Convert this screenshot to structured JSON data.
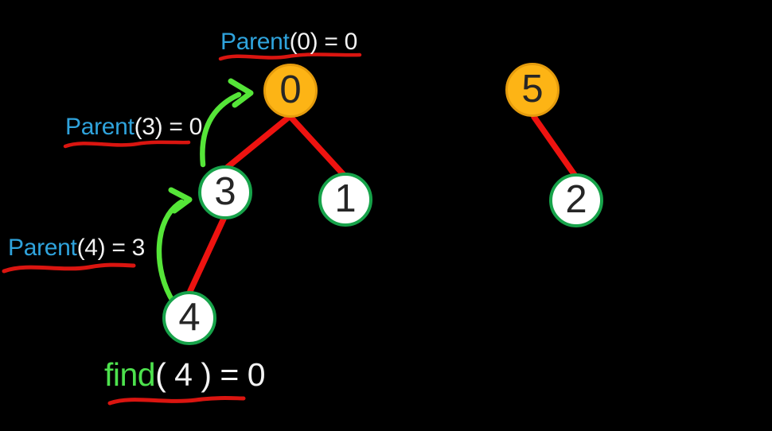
{
  "diagram": {
    "description": "Union-Find (disjoint set) parent-pointer trees",
    "annotations": {
      "parent0": {
        "keyword": "Parent",
        "args": "(0) = 0"
      },
      "parent3": {
        "keyword": "Parent",
        "args": "(3) = 0"
      },
      "parent4": {
        "keyword": "Parent",
        "args": "(4) = 3"
      },
      "find4": {
        "keyword": "find",
        "args": "( 4 ) = 0"
      }
    },
    "nodes": {
      "n0": {
        "label": "0",
        "type": "root"
      },
      "n3": {
        "label": "3",
        "type": "child"
      },
      "n1": {
        "label": "1",
        "type": "child"
      },
      "n4": {
        "label": "4",
        "type": "child"
      },
      "n5": {
        "label": "5",
        "type": "root"
      },
      "n2": {
        "label": "2",
        "type": "child"
      }
    },
    "edges": [
      {
        "from": "0",
        "to": "3"
      },
      {
        "from": "0",
        "to": "1"
      },
      {
        "from": "3",
        "to": "4"
      },
      {
        "from": "5",
        "to": "2"
      }
    ],
    "arrows": [
      {
        "name": "arrow-4-to-3",
        "meaning": "child 4 points to parent 3"
      },
      {
        "name": "arrow-3-to-0",
        "meaning": "child 3 points to parent 0"
      }
    ]
  },
  "colors": {
    "background": "#000000",
    "edge_red": "#ee1310",
    "underline_red": "#da1510",
    "arrow_green": "#55e538",
    "node_border_green": "#17a34a",
    "node_fill_white": "#ffffff",
    "root_fill_orange": "#fdb415",
    "root_border_orange": "#e59c0d",
    "keyword_blue": "#2fa3dc",
    "keyword_green": "#4de24d",
    "text_white": "#f3f3f3",
    "digit_dark": "#262626"
  }
}
